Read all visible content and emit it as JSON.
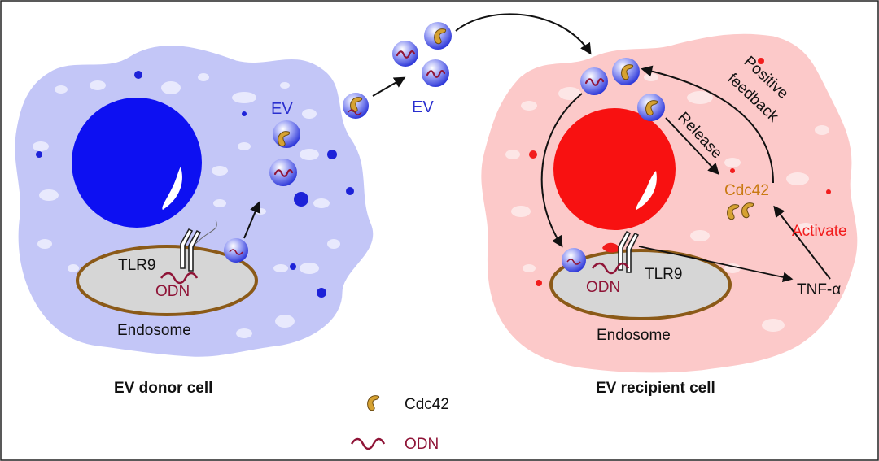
{
  "colors": {
    "donor_cytoplasm": "#c3c6f7",
    "donor_nucleus": "#0d10f2",
    "recipient_cytoplasm": "#fcc9c9",
    "recipient_nucleus": "#f81111",
    "endosome_fill": "#d6d6d6",
    "endosome_stroke": "#8b5a18",
    "cdc42": "#d6a232",
    "odn": "#8f1437",
    "ev_label": "#2a2fcf",
    "activate": "#f21c1c",
    "cdc42_label": "#c97a12"
  },
  "labels": {
    "donor_title": "EV donor cell",
    "recipient_title": "EV recipient cell",
    "ev_in_donor": "EV",
    "ev_between": "EV",
    "tlr9_donor": "TLR9",
    "odn_donor": "ODN",
    "endosome_donor": "Endosome",
    "tlr9_recipient": "TLR9",
    "odn_recipient": "ODN",
    "endosome_recipient": "Endosome",
    "tnf": "TNF-α",
    "cdc42": "Cdc42",
    "release": "Release",
    "activate": "Activate",
    "positive_line1": "Positive",
    "positive_line2": "feedback"
  },
  "legend": {
    "cdc42_label": "Cdc42",
    "cdc42_icon": "cdc42-protein-icon",
    "odn_label": "ODN",
    "odn_icon": "odn-strand-icon"
  }
}
